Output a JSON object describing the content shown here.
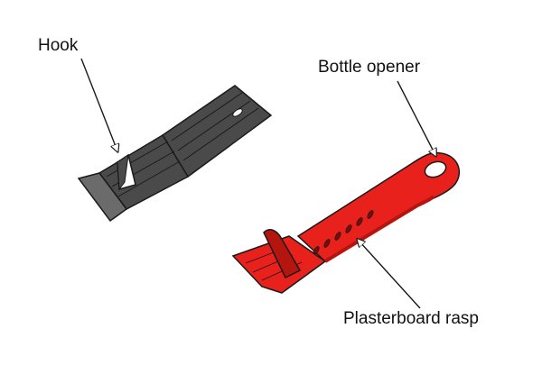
{
  "labels": {
    "hook": "Hook",
    "bottle_opener": "Bottle opener",
    "plasterboard_rasp": "Plasterboard rasp"
  },
  "colors": {
    "grey_tool": "#4a4a4a",
    "grey_tool_light": "#6b6b6b",
    "red_tool": "#e8211c",
    "red_tool_dark": "#b5150f",
    "outline": "#1a1a1a",
    "hook_highlight": "#ffffff"
  }
}
